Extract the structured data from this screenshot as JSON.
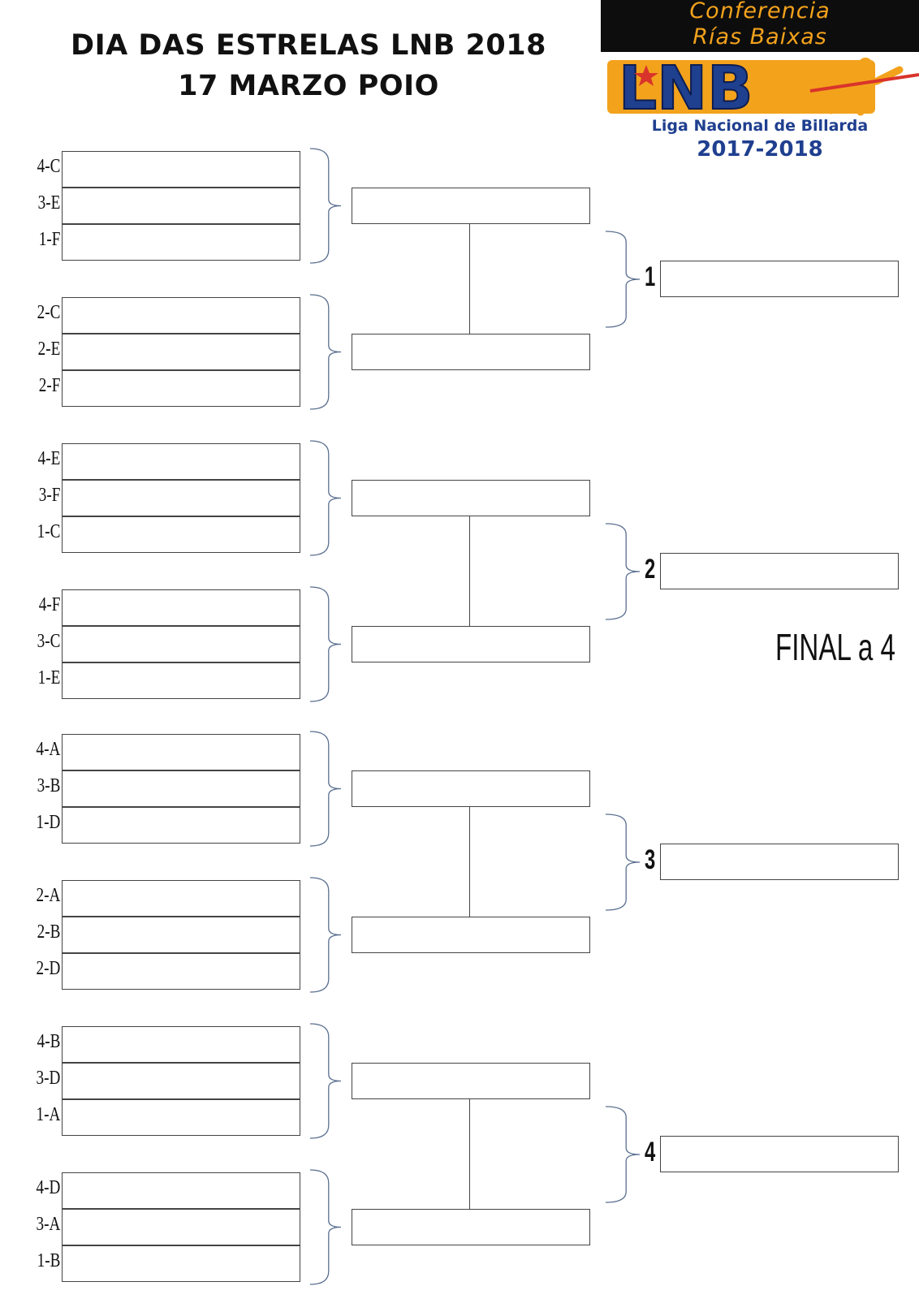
{
  "header": {
    "title_line1": "DIA DAS ESTRELAS LNB 2018",
    "title_line2": "17 MARZO POIO"
  },
  "logo": {
    "conference_line1": "Conferencia",
    "conference_line2": "Rías Baixas",
    "brand": "LNB",
    "league": "Liga Nacional de Billarda",
    "season": "2017-2018",
    "colors": {
      "gold": "#f3a21c",
      "blue": "#1f3f8f",
      "black": "#0d0d0d",
      "red": "#d9342b"
    }
  },
  "bracket": {
    "groups": [
      {
        "number": "1",
        "trios": [
          [
            "4-C",
            "3-E",
            "1-F"
          ],
          [
            "2-C",
            "2-E",
            "2-F"
          ]
        ]
      },
      {
        "number": "2",
        "trios": [
          [
            "4-E",
            "3-F",
            "1-C"
          ],
          [
            "4-F",
            "3-C",
            "1-E"
          ]
        ]
      },
      {
        "number": "3",
        "trios": [
          [
            "4-A",
            "3-B",
            "1-D"
          ],
          [
            "2-A",
            "2-B",
            "2-D"
          ]
        ]
      },
      {
        "number": "4",
        "trios": [
          [
            "4-B",
            "3-D",
            "1-A"
          ],
          [
            "4-D",
            "3-A",
            "1-B"
          ]
        ]
      }
    ],
    "final_label": "FINAL a 4"
  }
}
